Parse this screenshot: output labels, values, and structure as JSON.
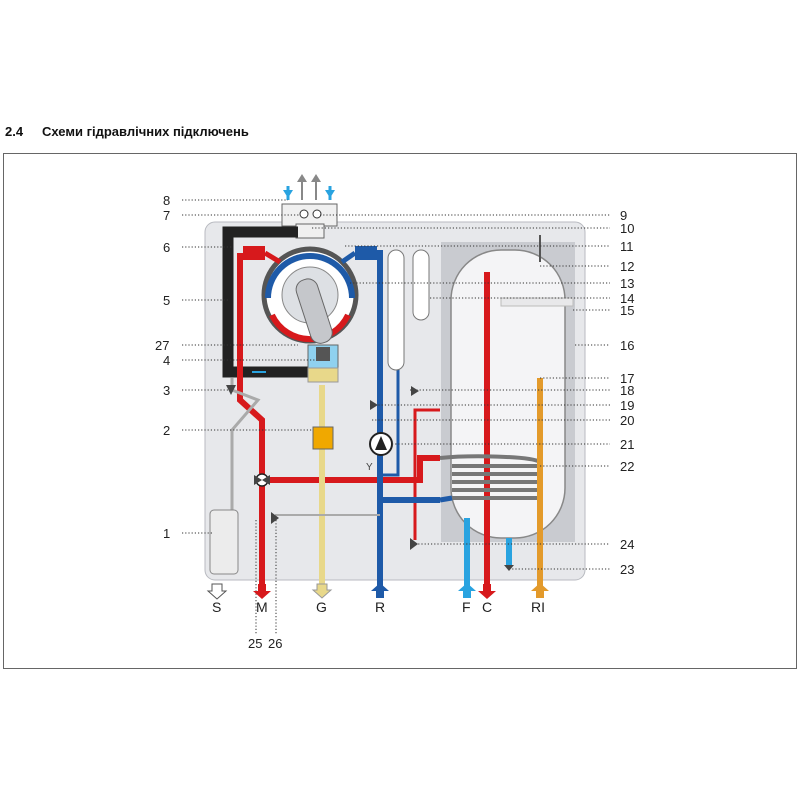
{
  "heading": {
    "number": "2.4",
    "title": "Схеми гідравлічних підключень"
  },
  "labels_left": [
    "8",
    "7",
    "6",
    "5",
    "27",
    "4",
    "3",
    "2",
    "1"
  ],
  "labels_right": [
    "9",
    "10",
    "11",
    "12",
    "13",
    "14",
    "15",
    "16",
    "17",
    "18",
    "19",
    "20",
    "21",
    "22",
    "24",
    "23"
  ],
  "labels_bottom": [
    "25",
    "26"
  ],
  "connections": [
    "S",
    "M",
    "G",
    "R",
    "F",
    "C",
    "RI"
  ],
  "colors": {
    "hot": "#d7191c",
    "cold": "#1e5aa8",
    "cold_light": "#29a3e0",
    "gas": "#e8d88a",
    "recirc": "#e39a2b",
    "flue": "#222222",
    "panel": "#e7e8eb",
    "tank": "#c9cbd0",
    "frame": "#555555"
  }
}
